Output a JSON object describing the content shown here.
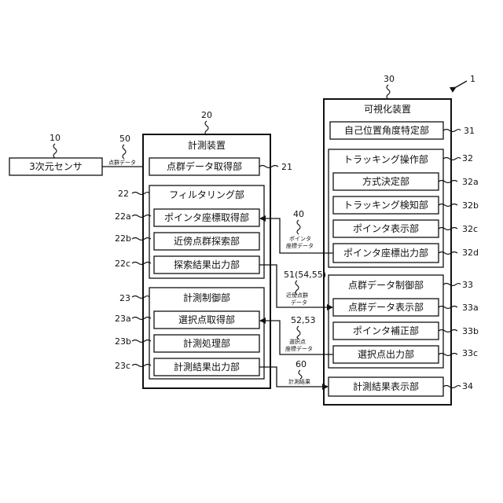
{
  "figure_ref": "1",
  "sensor": {
    "ref": "10",
    "label": "3次元センサ"
  },
  "link50": {
    "ref": "50",
    "label": "点群データ"
  },
  "measure": {
    "ref": "20",
    "title": "計測装置",
    "acquire": {
      "ref": "21",
      "label": "点群データ取得部"
    },
    "filter": {
      "ref": "22",
      "title": "フィルタリング部",
      "items": [
        {
          "ref": "22a",
          "label": "ポインタ座標取得部"
        },
        {
          "ref": "22b",
          "label": "近傍点群探索部"
        },
        {
          "ref": "22c",
          "label": "探索結果出力部"
        }
      ]
    },
    "control": {
      "ref": "23",
      "title": "計測制御部",
      "items": [
        {
          "ref": "23a",
          "label": "選択点取得部"
        },
        {
          "ref": "23b",
          "label": "計測処理部"
        },
        {
          "ref": "23c",
          "label": "計測結果出力部"
        }
      ]
    }
  },
  "viz": {
    "ref": "30",
    "title": "可視化装置",
    "self_pos": {
      "ref": "31",
      "label": "自己位置角度特定部"
    },
    "tracking": {
      "ref": "32",
      "title": "トラッキング操作部",
      "items": [
        {
          "ref": "32a",
          "label": "方式決定部"
        },
        {
          "ref": "32b",
          "label": "トラッキング検知部"
        },
        {
          "ref": "32c",
          "label": "ポインタ表示部"
        },
        {
          "ref": "32d",
          "label": "ポインタ座標出力部"
        }
      ]
    },
    "pcctrl": {
      "ref": "33",
      "title": "点群データ制御部",
      "items": [
        {
          "ref": "33a",
          "label": "点群データ表示部"
        },
        {
          "ref": "33b",
          "label": "ポインタ補正部"
        },
        {
          "ref": "33c",
          "label": "選択点出力部"
        }
      ]
    },
    "result_disp": {
      "ref": "34",
      "label": "計測結果表示部"
    }
  },
  "links": {
    "l40": {
      "ref": "40",
      "label1": "ポインタ",
      "label2": "座標データ"
    },
    "l51": {
      "ref": "51(54,55)",
      "label1": "近傍点群",
      "label2": "データ"
    },
    "l52": {
      "ref": "52,53",
      "label1": "選択点",
      "label2": "座標データ"
    },
    "l60": {
      "ref": "60",
      "label1": "計測結果"
    }
  }
}
